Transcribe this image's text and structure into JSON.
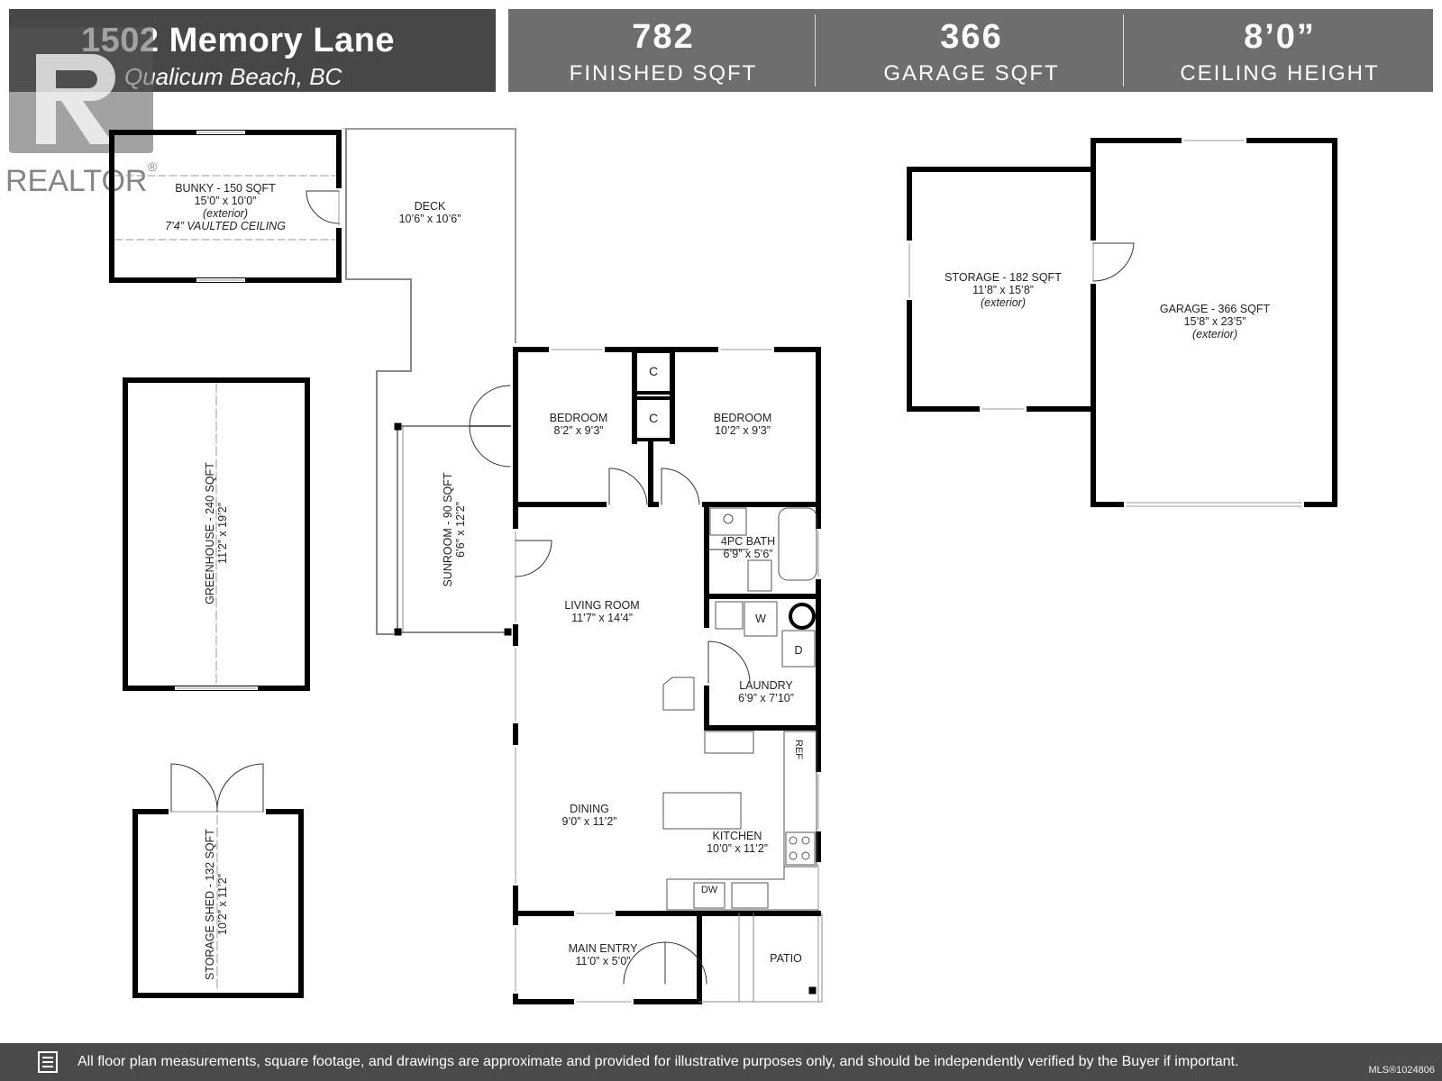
{
  "header": {
    "address": "1502 Memory Lane",
    "city": "Qualicum Beach, BC",
    "stats": [
      {
        "value": "782",
        "label": "FINISHED SQFT"
      },
      {
        "value": "366",
        "label": "GARAGE SQFT"
      },
      {
        "value": "8’0”",
        "label": "CEILING HEIGHT"
      }
    ]
  },
  "logo": {
    "text": "REALTOR",
    "mark": "®"
  },
  "rooms": {
    "bunky": {
      "name": "BUNKY - 150 SQFT",
      "dims": "15’0” x 10’0”",
      "note": "(exterior)",
      "extra": "7’4” VAULTED CEILING"
    },
    "deck": {
      "name": "DECK",
      "dims": "10’6” x 10’6”"
    },
    "storage": {
      "name": "STORAGE - 182 SQFT",
      "dims": "11’8” x 15’8”",
      "note": "(exterior)"
    },
    "garage": {
      "name": "GARAGE - 366 SQFT",
      "dims": "15’8” x 23’5”",
      "note": "(exterior)"
    },
    "greenhouse": {
      "name": "GREENHOUSE - 240 SQFT",
      "dims": "11’2” x 19’2”"
    },
    "sunroom": {
      "name": "SUNROOM - 90 SQFT",
      "dims": "6’6” x 12’2”"
    },
    "bedroom1": {
      "name": "BEDROOM",
      "dims": "8’2” x 9’3”"
    },
    "bedroom2": {
      "name": "BEDROOM",
      "dims": "10’2” x 9’3”"
    },
    "closet1": "C",
    "closet2": "C",
    "bath": {
      "name": "4PC BATH",
      "dims": "6’9” x 5’6”"
    },
    "living": {
      "name": "LIVING ROOM",
      "dims": "11’7” x 14’4”"
    },
    "laundry": {
      "name": "LAUNDRY",
      "dims": "6’9” x 7’10”"
    },
    "washer": "W",
    "dryer": "D",
    "ref": "REF",
    "dining": {
      "name": "DINING",
      "dims": "9’0” x 11’2”"
    },
    "kitchen": {
      "name": "KITCHEN",
      "dims": "10’0” x 11’2”"
    },
    "dw": "DW",
    "shed": {
      "name": "STORAGE SHED - 132 SQFT",
      "dims": "10’2” x 11’2”"
    },
    "entry": {
      "name": "MAIN ENTRY",
      "dims": "11’0” x 5’0”"
    },
    "patio": {
      "name": "PATIO"
    }
  },
  "footer": {
    "icon": "document-icon",
    "disclaimer": "All floor plan measurements, square footage, and drawings are approximate and provided for illustrative purposes only, and should be independently verified by the Buyer if important.",
    "mls": "MLS®1024806"
  }
}
